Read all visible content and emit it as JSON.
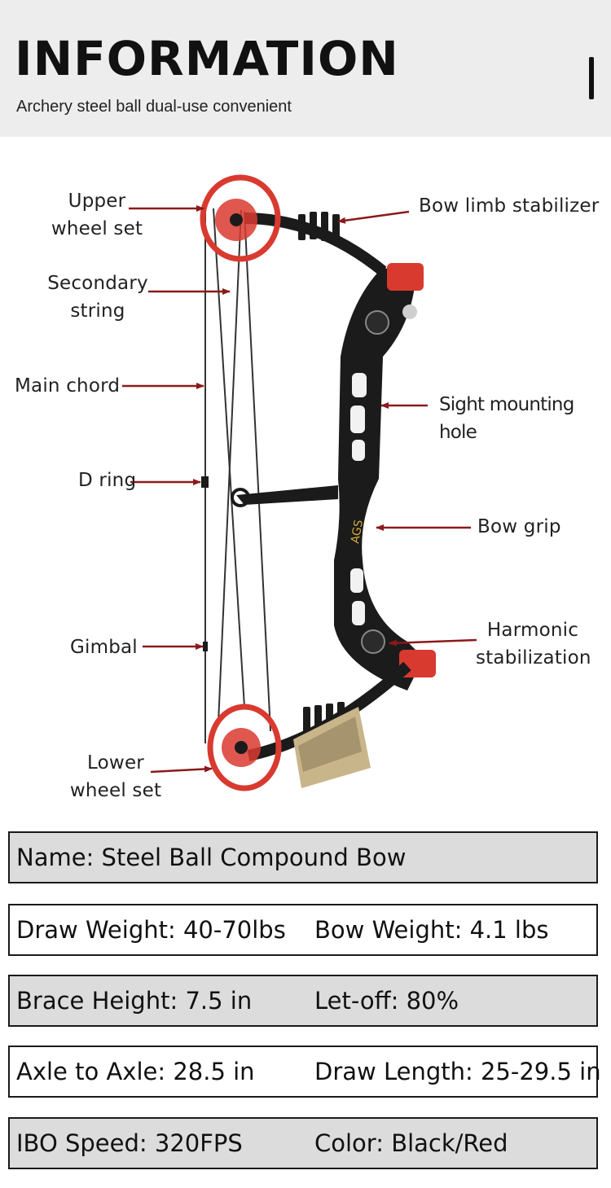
{
  "header": {
    "title": "INFORMATION",
    "subtitle": "Archery steel ball dual-use convenient"
  },
  "diagram": {
    "labels": {
      "upper_wheel_set": [
        "Upper",
        "wheel set"
      ],
      "secondary_string": [
        "Secondary",
        "string"
      ],
      "main_chord": "Main chord",
      "d_ring": "D ring",
      "gimbal": "Gimbal",
      "lower_wheel_set": [
        "Lower",
        "wheel set"
      ],
      "bow_limb_stabilizer": "Bow limb stabilizer",
      "sight_mounting_hole": "Sight mounting hole",
      "bow_grip": "Bow grip",
      "harmonic_stabilization": [
        "Harmonic",
        "stabilization"
      ]
    },
    "colors": {
      "arrow": "#8b1a1a",
      "riser": "#1b1b1b",
      "wheel": "#d93a30"
    }
  },
  "specs": {
    "name": "Name: Steel Ball Compound  Bow",
    "draw_weight": "Draw Weight: 40-70lbs",
    "bow_weight": "Bow Weight: 4.1 lbs",
    "brace_height": "Brace Height: 7.5 in",
    "let_off": "Let-off: 80%",
    "axle_to_axle": "Axle to Axle: 28.5 in",
    "draw_length": "Draw Length: 25-29.5 in",
    "ibo_speed": "IBO Speed: 320FPS",
    "color": "Color: Black/Red"
  }
}
